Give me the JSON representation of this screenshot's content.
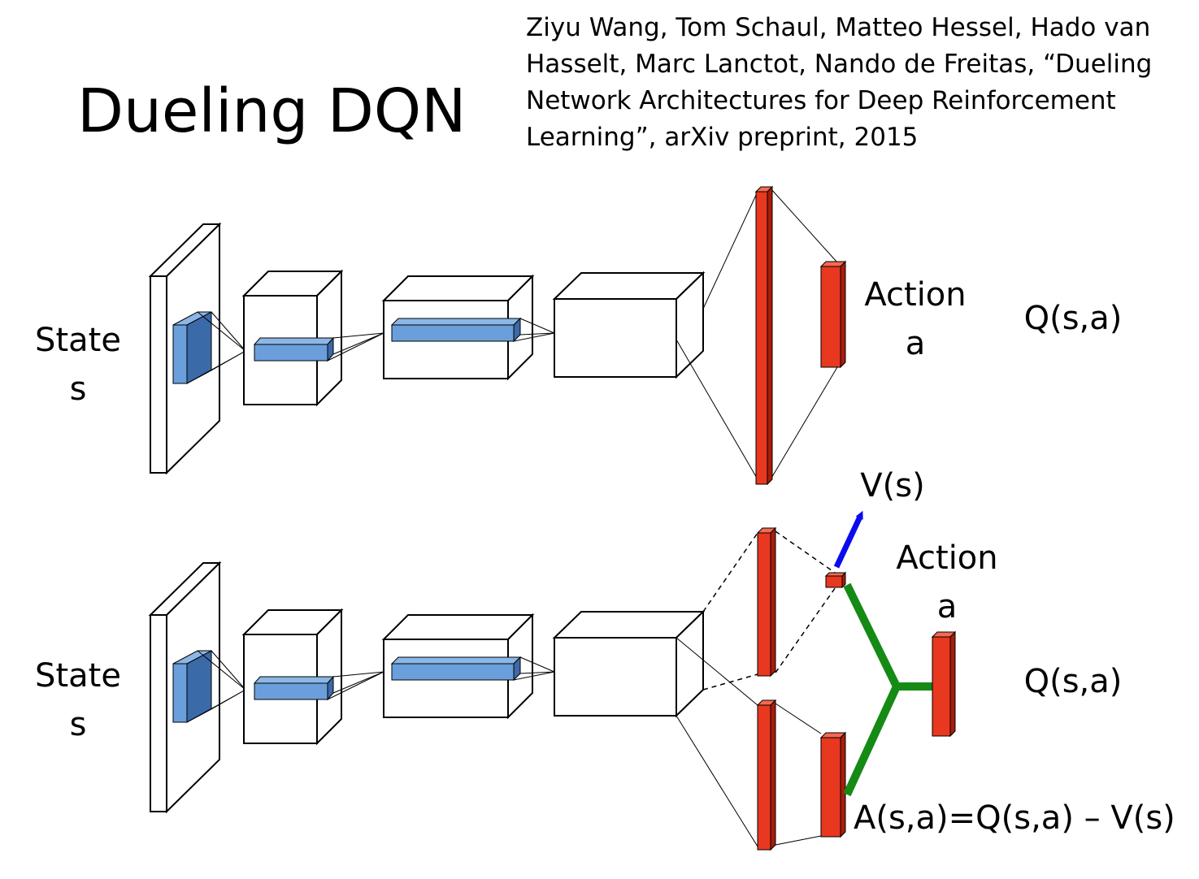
{
  "title": "Dueling DQN",
  "citation": {
    "lines": [
      "Ziyu Wang, Tom Schaul, Matteo Hessel, Hado van",
      "Hasselt, Marc Lanctot, Nando de Freitas, “Dueling",
      "Network Architectures for Deep Reinforcement",
      "Learning”, arXiv preprint, 2015"
    ]
  },
  "top_network": {
    "state_label": "State",
    "state_var": "s",
    "action_label": "Action",
    "action_var": "a",
    "output_label": "Q(s,a)"
  },
  "bottom_network": {
    "state_label": "State",
    "state_var": "s",
    "value_label": "V(s)",
    "action_label": "Action",
    "action_var": "a",
    "output_label": "Q(s,a)",
    "advantage_label": "A(s,a)=Q(s,a) – V(s)"
  },
  "colors": {
    "layer_fill": "#e8381f",
    "layer_dark": "#a81c0c",
    "filter_fill": "#6a9fdc",
    "filter_dark": "#3a6aa8",
    "value_arrow": "#0b0bf0",
    "combine_lines": "#158a15"
  }
}
